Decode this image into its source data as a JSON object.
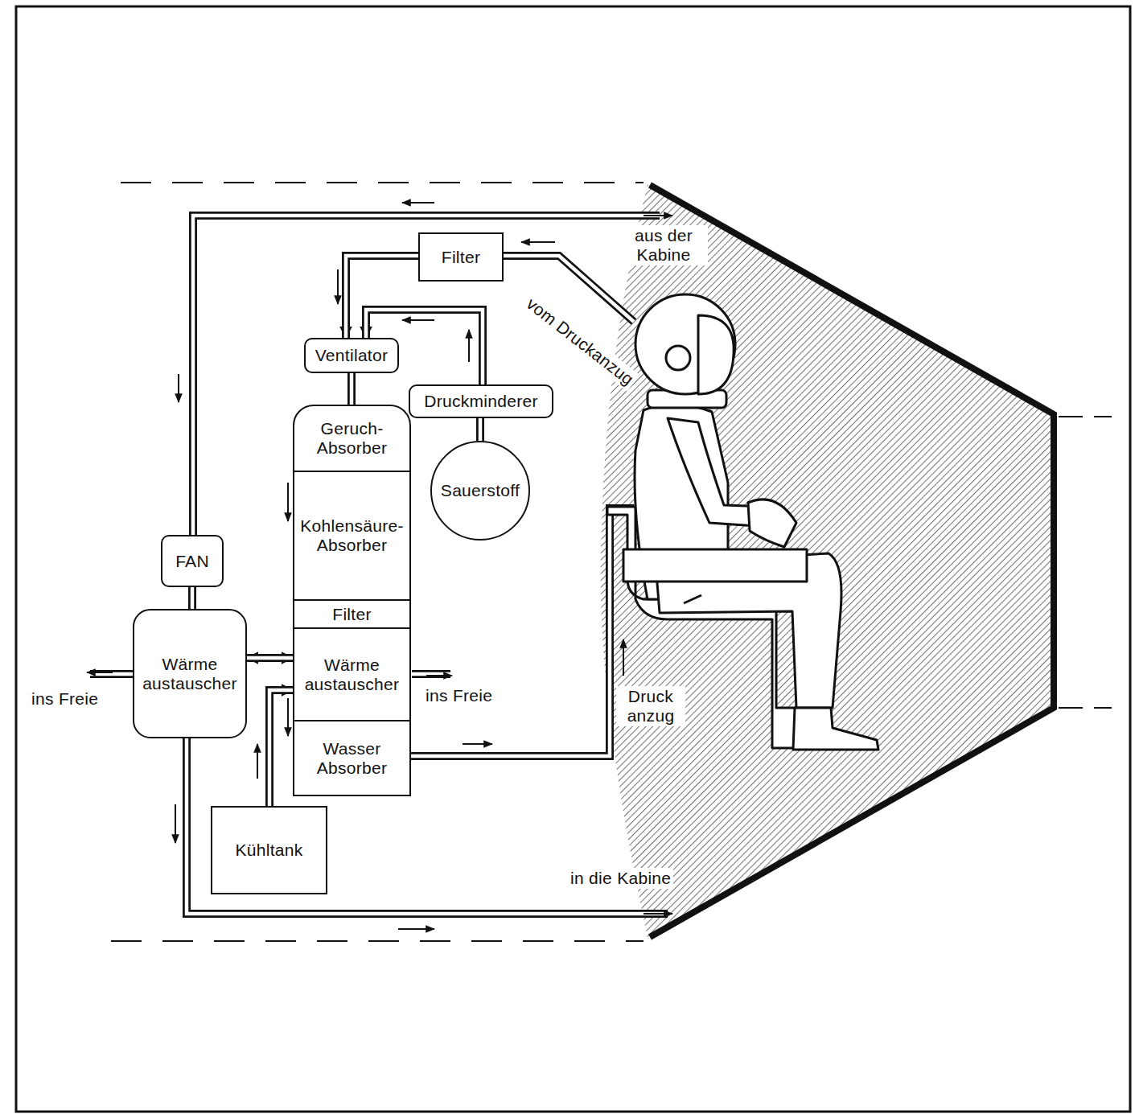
{
  "diagram": {
    "nodes": [
      {
        "text": [
          "Filter"
        ]
      },
      {
        "text": [
          "Ventilator"
        ]
      },
      {
        "text": [
          "Druckminderer"
        ]
      },
      {
        "text": [
          "Sauerstoff"
        ]
      },
      {
        "text": [
          "Geruch- Absorber"
        ]
      },
      {
        "text": [
          "Kohlensäure- Absorber"
        ]
      },
      {
        "text": [
          "Filter"
        ]
      },
      {
        "text": [
          "Wärme austauscher"
        ]
      },
      {
        "text": [
          "Wasser Absorber"
        ]
      },
      {
        "text": [
          "FAN"
        ]
      },
      {
        "text": [
          "Wärme austauscher"
        ]
      },
      {
        "text": [
          "Kühltank"
        ]
      }
    ],
    "edges": [
      {
        "from": 0,
        "to": 1,
        "arrow": "to"
      },
      {
        "from": 2,
        "to": 1,
        "arrow": "to"
      },
      {
        "from": 3,
        "to": 2,
        "arrow": "none"
      },
      {
        "from": 1,
        "to": 4,
        "arrow": "none"
      },
      {
        "from": 9,
        "to": 10,
        "arrow": "none"
      },
      {
        "from": 10,
        "to": 7,
        "arrow": "both"
      },
      {
        "from": 11,
        "to": 7,
        "arrow": "to"
      }
    ],
    "labels": [
      "aus der Kabine",
      "vom Druckanzug",
      "ins Freie",
      "ins Freie",
      "Druck anzug",
      "in die Kabine"
    ]
  }
}
